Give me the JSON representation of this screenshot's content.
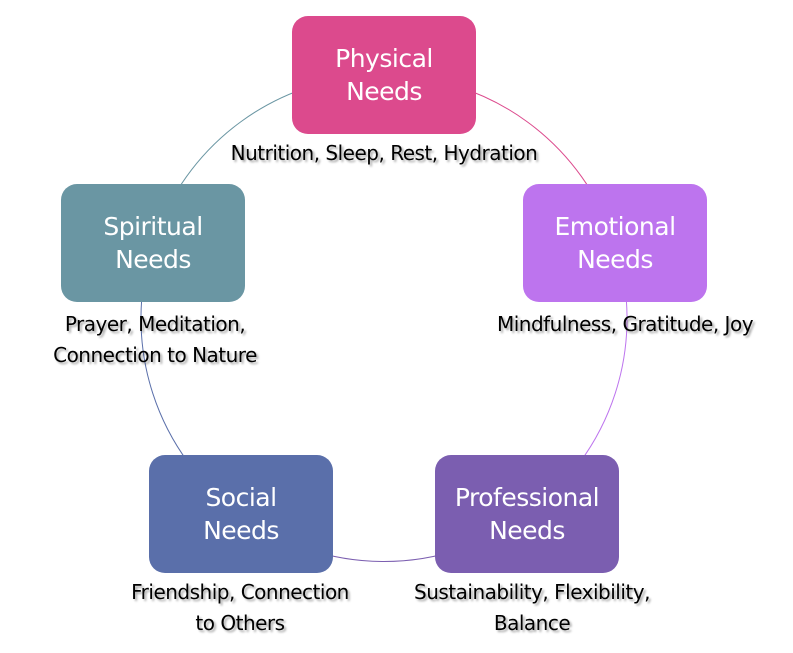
{
  "nodes": [
    {
      "id": "physical",
      "title_line1": "Physical",
      "title_line2": "Needs",
      "description": [
        "Nutrition, Sleep, Rest, Hydration"
      ],
      "color": "#DC4A8D"
    },
    {
      "id": "emotional",
      "title_line1": "Emotional",
      "title_line2": "Needs",
      "description": [
        "Mindfulness, Gratitude, Joy"
      ],
      "color": "#BD74EE"
    },
    {
      "id": "professional",
      "title_line1": "Professional",
      "title_line2": "Needs",
      "description": [
        "Sustainability, Flexibility,",
        "Balance"
      ],
      "color": "#7B5EB0"
    },
    {
      "id": "social",
      "title_line1": "Social",
      "title_line2": "Needs",
      "description": [
        "Friendship, Connection",
        "to Others"
      ],
      "color": "#5A6FAA"
    },
    {
      "id": "spiritual",
      "title_line1": "Spiritual",
      "title_line2": "Needs",
      "description": [
        "Prayer, Meditation,",
        "Connection to Nature"
      ],
      "color": "#6A96A3"
    }
  ]
}
